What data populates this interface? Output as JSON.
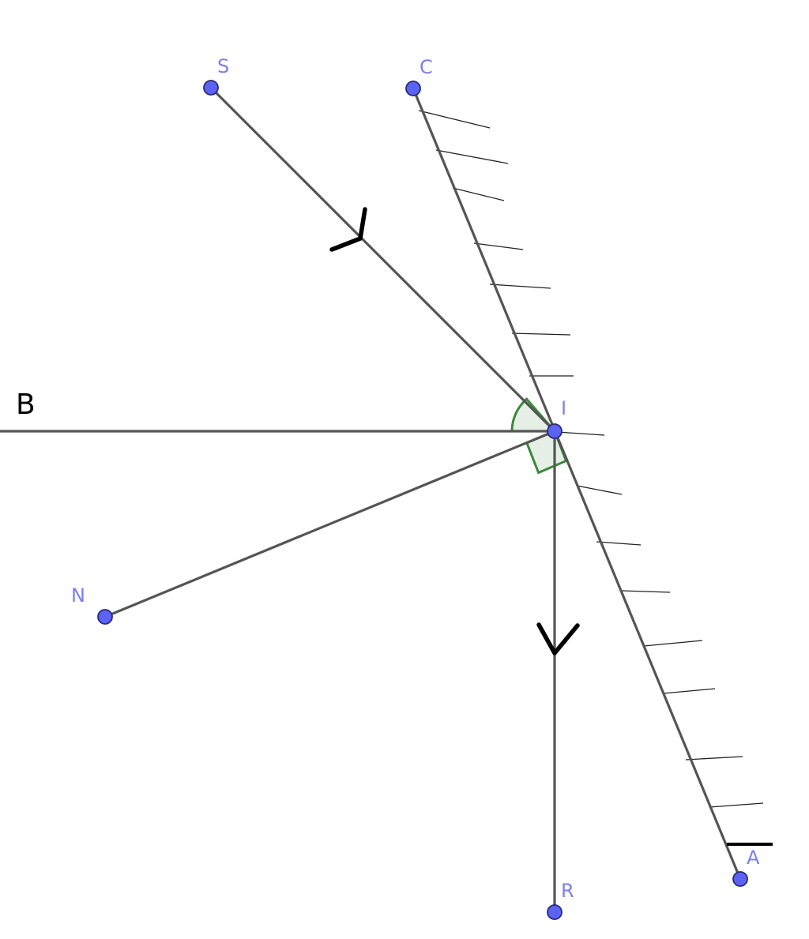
{
  "points": [
    {
      "id": "S",
      "label": "S"
    },
    {
      "id": "C",
      "label": "C"
    },
    {
      "id": "I",
      "label": "I"
    },
    {
      "id": "N",
      "label": "N"
    },
    {
      "id": "R",
      "label": "R"
    },
    {
      "id": "A",
      "label": "A"
    }
  ],
  "ray_label": "B",
  "colors": {
    "point_fill": "#5c62f2",
    "point_label": "#7b7ff2",
    "segment": "#555555",
    "angle_stroke": "#3a8a3a",
    "angle_fill": "#e6efe6",
    "arrow": "#000000"
  }
}
